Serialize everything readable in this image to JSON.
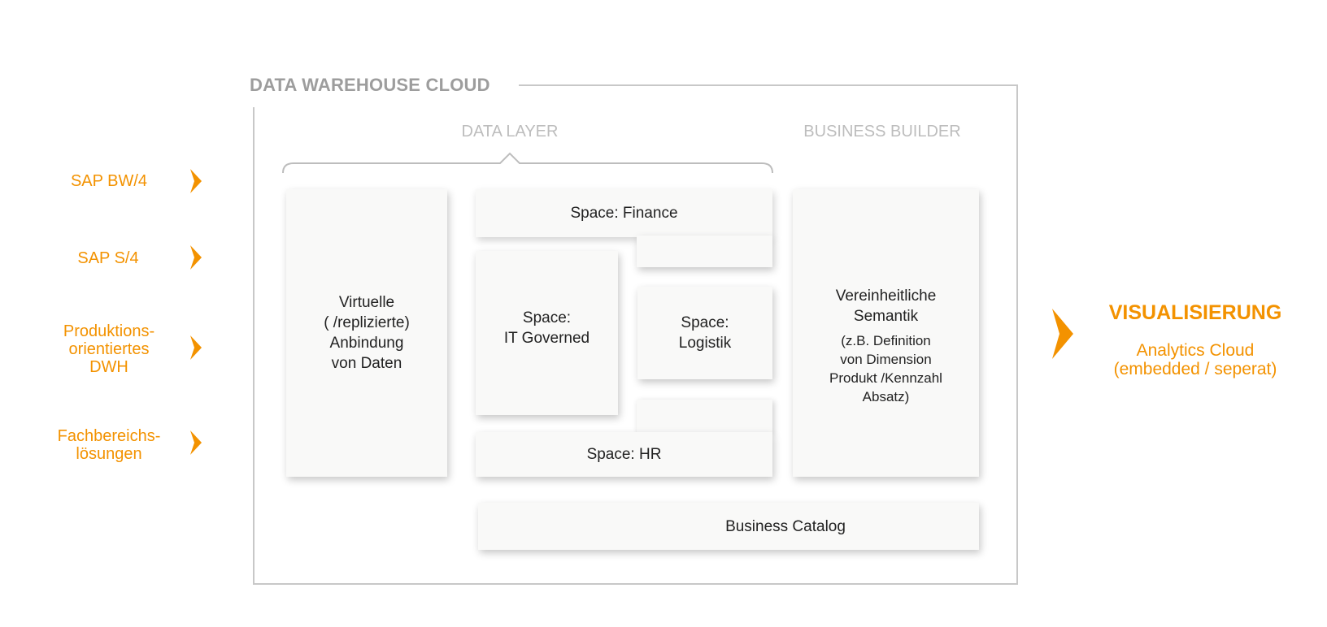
{
  "sources": [
    {
      "label": "SAP BW/4"
    },
    {
      "label": "SAP S/4"
    },
    {
      "label": "Produktions-\norientiertes\nDWH"
    },
    {
      "label": "Fachbereichs-\nlösungen"
    }
  ],
  "frame": {
    "title": "DATA WAREHOUSE CLOUD"
  },
  "sections": {
    "data_layer": "DATA LAYER",
    "business_builder": "BUSINESS BUILDER"
  },
  "boxes": {
    "virtual": "Virtuelle\n( /replizierte)\nAnbindung\nvon Daten",
    "finance": "Space: Finance",
    "it_governed": "Space:\nIT Governed",
    "logistik": "Space:\nLogistik",
    "hr": "Space: HR",
    "semantik_title": "Vereinheitliche\nSemantik",
    "semantik_detail": "(z.B. Definition\nvon Dimension\nProdukt /Kennzahl\nAbsatz)",
    "catalog": "Business Catalog"
  },
  "output": {
    "title": "VISUALISIERUNG",
    "subtitle": "Analytics Cloud\n(embedded / seperat)"
  },
  "colors": {
    "accent": "#f39200",
    "frame": "#c8c8c8",
    "section_title": "#bdbdbd",
    "box_bg": "#f9f9f8"
  }
}
